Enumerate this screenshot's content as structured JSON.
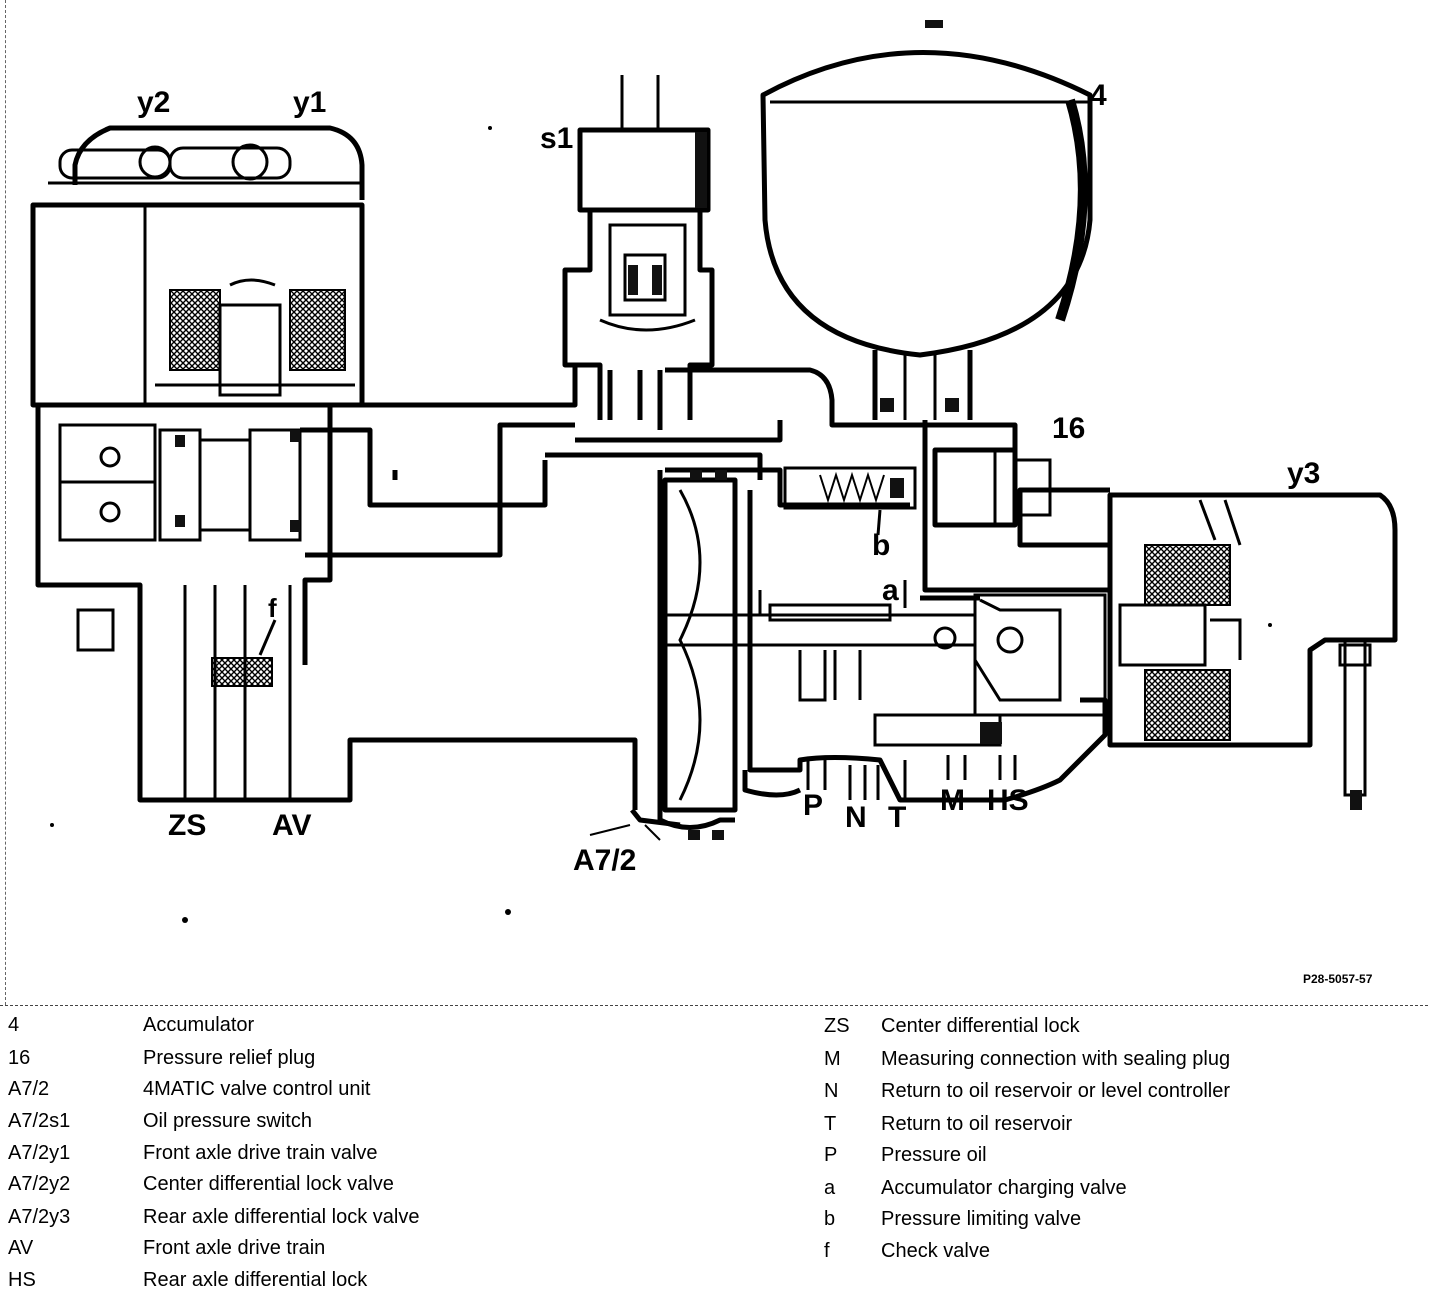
{
  "callouts": {
    "y2": "y2",
    "y1": "y1",
    "s1": "s1",
    "c4": "4",
    "c16": "16",
    "y3": "y3",
    "b": "b",
    "a": "a",
    "f": "f",
    "ZS": "ZS",
    "AV": "AV",
    "P": "P",
    "N": "N",
    "T": "T",
    "M": "M",
    "HS": "HS",
    "A72": "A7/2"
  },
  "figure_id": "P28-5057-57",
  "legend_left": [
    {
      "code": "4",
      "desc": "Accumulator"
    },
    {
      "code": "16",
      "desc": "Pressure relief plug"
    },
    {
      "code": "A7/2",
      "desc": "4MATIC valve control unit"
    },
    {
      "code": "A7/2s1",
      "desc": "Oil pressure switch"
    },
    {
      "code": "A7/2y1",
      "desc": "Front axle drive train valve"
    },
    {
      "code": "A7/2y2",
      "desc": "Center differential lock valve"
    },
    {
      "code": "A7/2y3",
      "desc": "Rear axle differential lock valve"
    },
    {
      "code": "AV",
      "desc": "Front axle drive train"
    },
    {
      "code": "HS",
      "desc": "Rear axle differential lock"
    }
  ],
  "legend_right": [
    {
      "code": "ZS",
      "desc": "Center differential lock"
    },
    {
      "code": "M",
      "desc": "Measuring connection with sealing plug"
    },
    {
      "code": "N",
      "desc": "Return to oil reservoir or level controller"
    },
    {
      "code": "T",
      "desc": "Return to oil reservoir"
    },
    {
      "code": "P",
      "desc": "Pressure oil"
    },
    {
      "code": "a",
      "desc": "Accumulator charging valve"
    },
    {
      "code": "b",
      "desc": "Pressure limiting valve"
    },
    {
      "code": "f",
      "desc": "Check valve"
    }
  ]
}
